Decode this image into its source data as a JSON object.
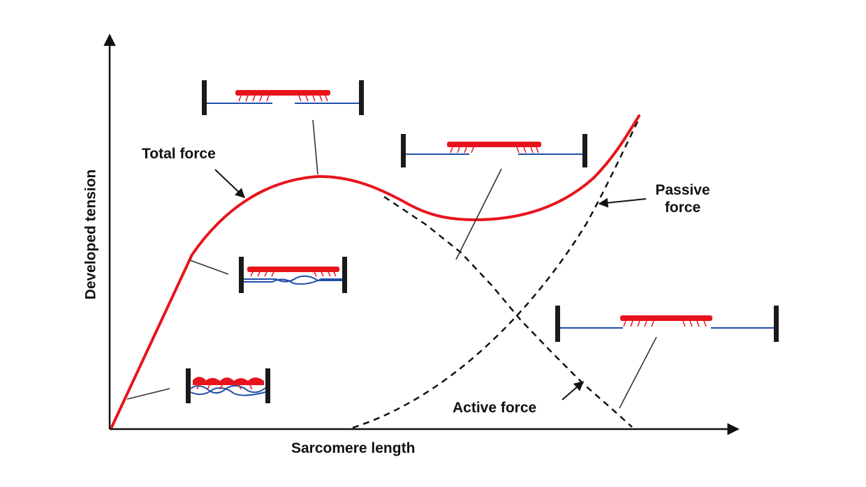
{
  "axes": {
    "x_label": "Sarcomere length",
    "y_label": "Developed tension"
  },
  "curves": {
    "total": {
      "label": "Total force",
      "style": "solid",
      "color": "#e8141c"
    },
    "passive": {
      "label_line1": "Passive",
      "label_line2": "force",
      "style": "dashed",
      "color": "#111111"
    },
    "active": {
      "label": "Active force",
      "style": "dashed",
      "color": "#111111"
    }
  },
  "sarcomere_colors": {
    "myosin": "#e8141c",
    "actin": "#1f4fa8",
    "z_disc": "#1a1a1a"
  },
  "sarcomere_states": [
    "very-short",
    "short",
    "optimal",
    "stretched",
    "overstretched"
  ]
}
